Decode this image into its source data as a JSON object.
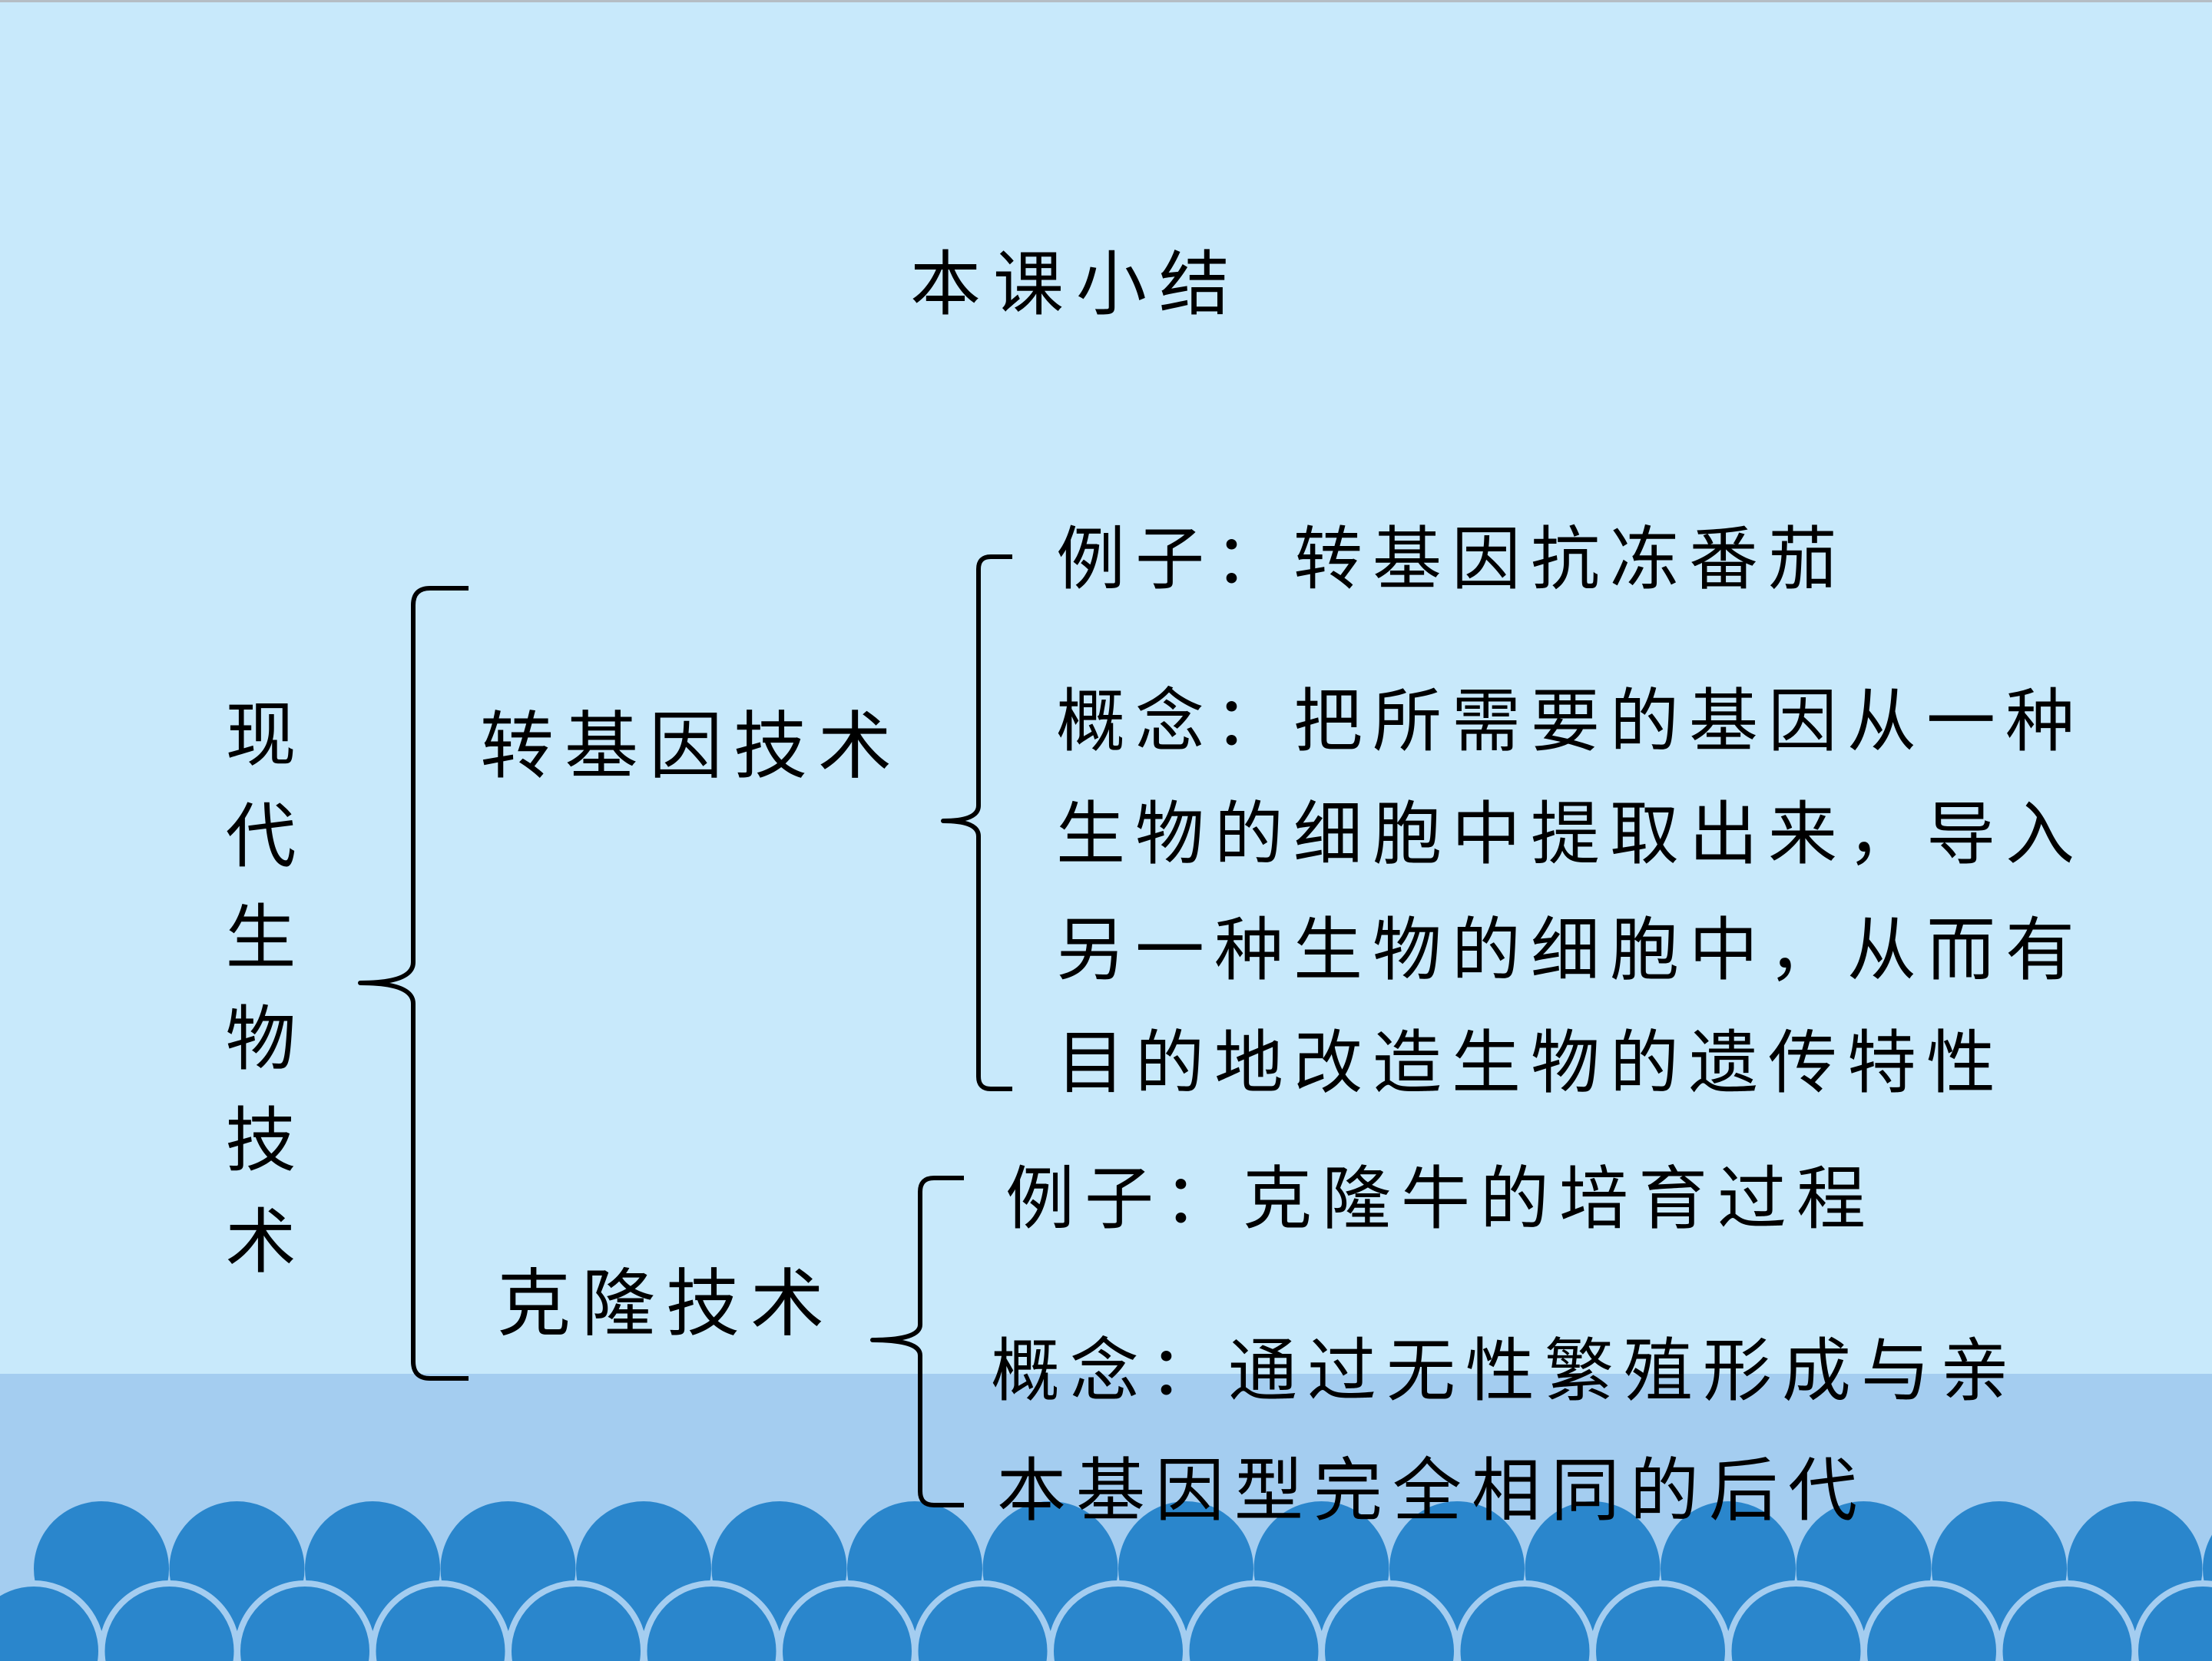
{
  "slide": {
    "title": "本课小结",
    "root": "现代生物技术",
    "branches": [
      {
        "label": "转基因技术",
        "example": "例子：转基因抗冻番茄",
        "concept_lines": [
          "概念：把所需要的基因从一种",
          "生物的细胞中提取出来，导入",
          "另一种生物的细胞中，从而有",
          "目的地改造生物的遗传特性"
        ]
      },
      {
        "label": "克隆技术",
        "example": "例子：克隆牛的培育过程",
        "concept_lines": [
          "概念：通过无性繁殖形成与亲",
          "本基因型完全相同的后代"
        ]
      }
    ]
  },
  "colors": {
    "background": "#c8e9fb",
    "lower_band": "#a4cdf0",
    "wave": "#2a86cc",
    "text": "#000000"
  }
}
